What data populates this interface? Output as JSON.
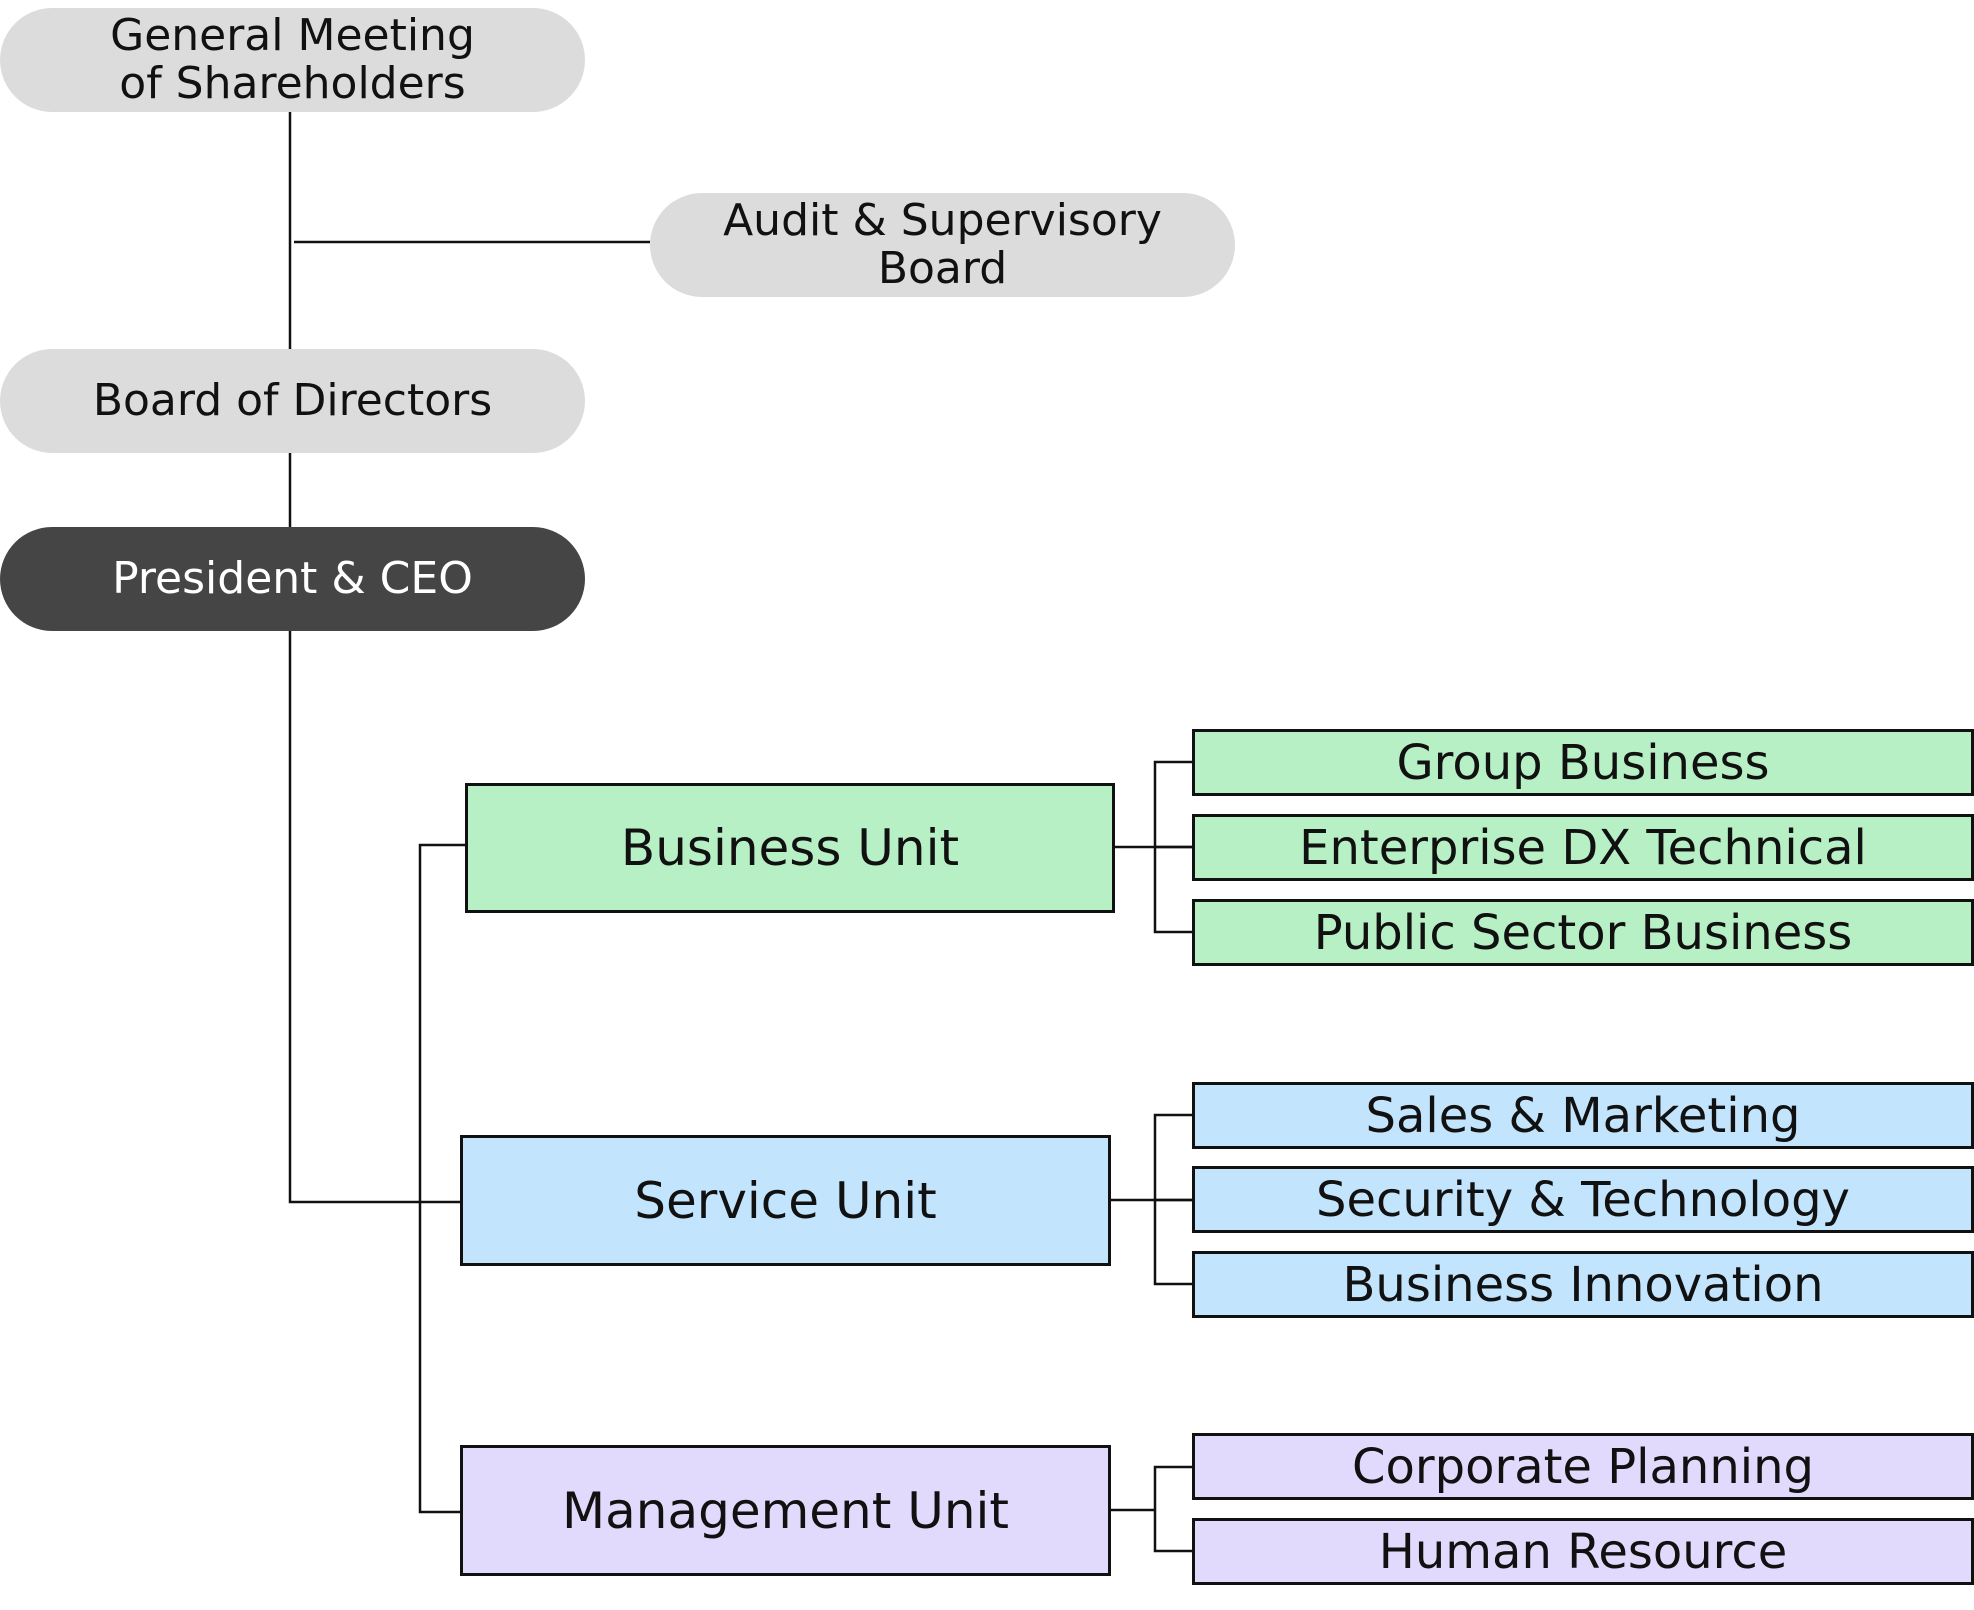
{
  "governance": {
    "shareholders": {
      "line1": "General Meeting",
      "line2": "of Shareholders"
    },
    "audit": {
      "line1": "Audit & Supervisory",
      "line2": "Board"
    },
    "board": "Board of Directors",
    "ceo": "President & CEO"
  },
  "units": {
    "business": {
      "label": "Business Unit",
      "departments": [
        "Group Business",
        "Enterprise DX Technical",
        "Public Sector Business"
      ]
    },
    "service": {
      "label": "Service Unit",
      "departments": [
        "Sales & Marketing",
        "Security & Technology",
        "Business Innovation"
      ]
    },
    "management": {
      "label": "Management Unit",
      "departments": [
        "Corporate Planning",
        "Human Resource"
      ]
    }
  },
  "colors": {
    "governance_fill": "#dcdcdc",
    "ceo_fill": "#454545",
    "business_fill": "#b8f0c6",
    "service_fill": "#c2e4fc",
    "management_fill": "#e2dafc",
    "line": "#111111"
  }
}
